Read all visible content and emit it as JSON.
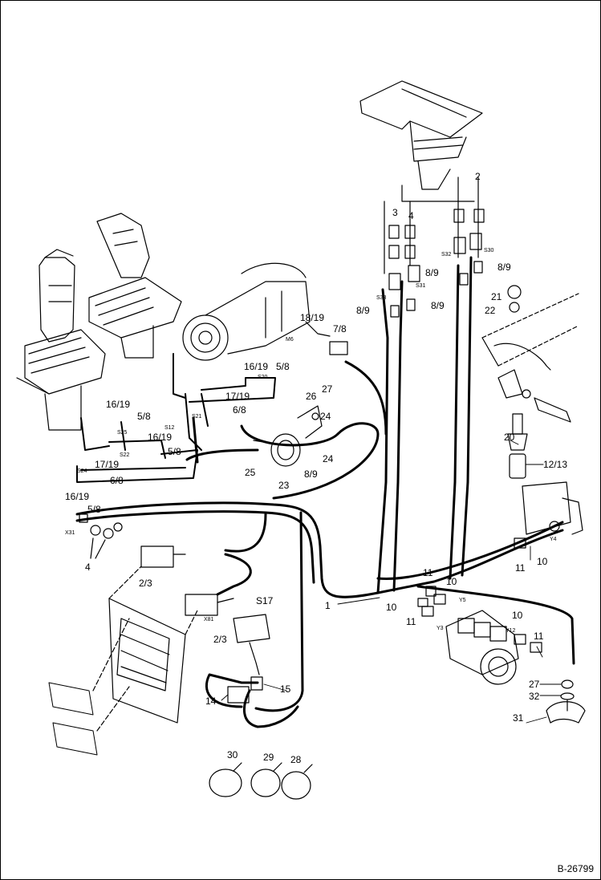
{
  "drawing_ref": "B-26799",
  "labels": {
    "p1": "1",
    "p2": "2",
    "p3": "3",
    "p4a": "4",
    "p4b": "4",
    "p10a": "10",
    "p10b": "10",
    "p10c": "10",
    "p10d": "10",
    "p11a": "11",
    "p11b": "11",
    "p11c": "11",
    "p11d": "11",
    "p12_13": "12/13",
    "p14": "14",
    "p15": "15",
    "p16_19a": "16/19",
    "p16_19b": "16/19",
    "p16_19c": "16/19",
    "p16_19d": "16/19",
    "p17_19a": "17/19",
    "p17_19b": "17/19",
    "p18_19": "18/19",
    "p20": "20",
    "p21": "21",
    "p22": "22",
    "p23": "23",
    "p24a": "24",
    "p24b": "24",
    "p25": "25",
    "p26": "26",
    "p27a": "27",
    "p27b": "27",
    "p28": "28",
    "p29": "29",
    "p30": "30",
    "p31": "31",
    "p32": "32",
    "p5_8a": "5/8",
    "p5_8b": "5/8",
    "p5_8c": "5/8",
    "p5_8d": "5/8",
    "p6_8a": "6/8",
    "p6_8b": "6/8",
    "p7_8": "7/8",
    "p8_9a": "8/9",
    "p8_9b": "8/9",
    "p8_9c": "8/9",
    "p8_9d": "8/9",
    "p8_9e": "8/9",
    "p2_3": "2/3",
    "p2_3b": "2/3",
    "s17": "S17"
  },
  "tags": {
    "s25": "S25",
    "s22": "S22",
    "s24": "S24",
    "s21": "S21",
    "s12": "S12",
    "s20": "S20",
    "s33": "S33",
    "s31": "S31",
    "s32": "S32",
    "s30": "S30",
    "m6": "M6",
    "x31": "X31",
    "x81": "X81",
    "y3": "Y3",
    "y5": "Y5",
    "y4": "Y4",
    "y12": "Y12"
  }
}
